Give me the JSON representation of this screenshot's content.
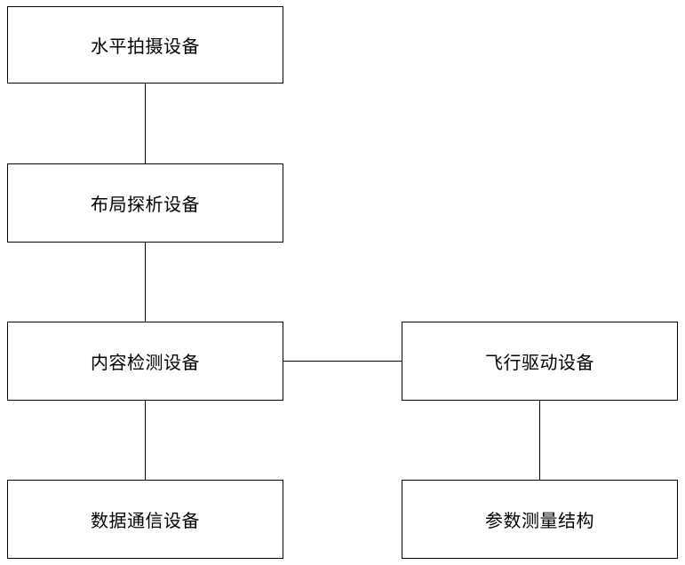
{
  "diagram": {
    "nodes": {
      "horizontal_capture": "水平拍摄设备",
      "layout_analysis": "布局探析设备",
      "content_detection": "内容检测设备",
      "data_communication": "数据通信设备",
      "flight_drive": "飞行驱动设备",
      "parameter_measurement": "参数测量结构"
    },
    "edges": [
      [
        "horizontal_capture",
        "layout_analysis"
      ],
      [
        "layout_analysis",
        "content_detection"
      ],
      [
        "content_detection",
        "data_communication"
      ],
      [
        "content_detection",
        "flight_drive"
      ],
      [
        "flight_drive",
        "parameter_measurement"
      ]
    ]
  }
}
